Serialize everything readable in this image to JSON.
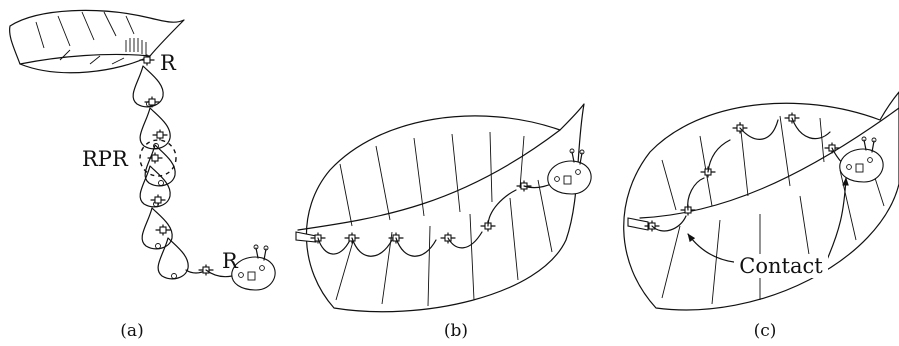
{
  "panels": [
    {
      "id": "a",
      "caption": "(a)"
    },
    {
      "id": "b",
      "caption": "(b)"
    },
    {
      "id": "c",
      "caption": "(c)"
    }
  ],
  "labels": {
    "joint_top": "R",
    "joint_middle": "RPR",
    "joint_head": "R",
    "contact": "Contact"
  }
}
